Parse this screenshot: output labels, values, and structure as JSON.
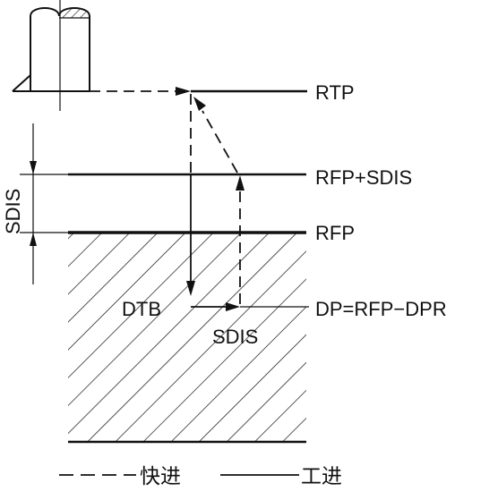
{
  "labels": {
    "rtp": "RTP",
    "rfp_sdis": "RFP+SDIS",
    "rfp": "RFP",
    "dp": "DP=RFP−DPR",
    "dtb": "DTB",
    "sdis_bottom": "SDIS",
    "sdis_side": "SDIS"
  },
  "legend": {
    "rapid": "快进",
    "feed": "工进"
  },
  "colors": {
    "ink": "#111111",
    "background": "#ffffff"
  }
}
